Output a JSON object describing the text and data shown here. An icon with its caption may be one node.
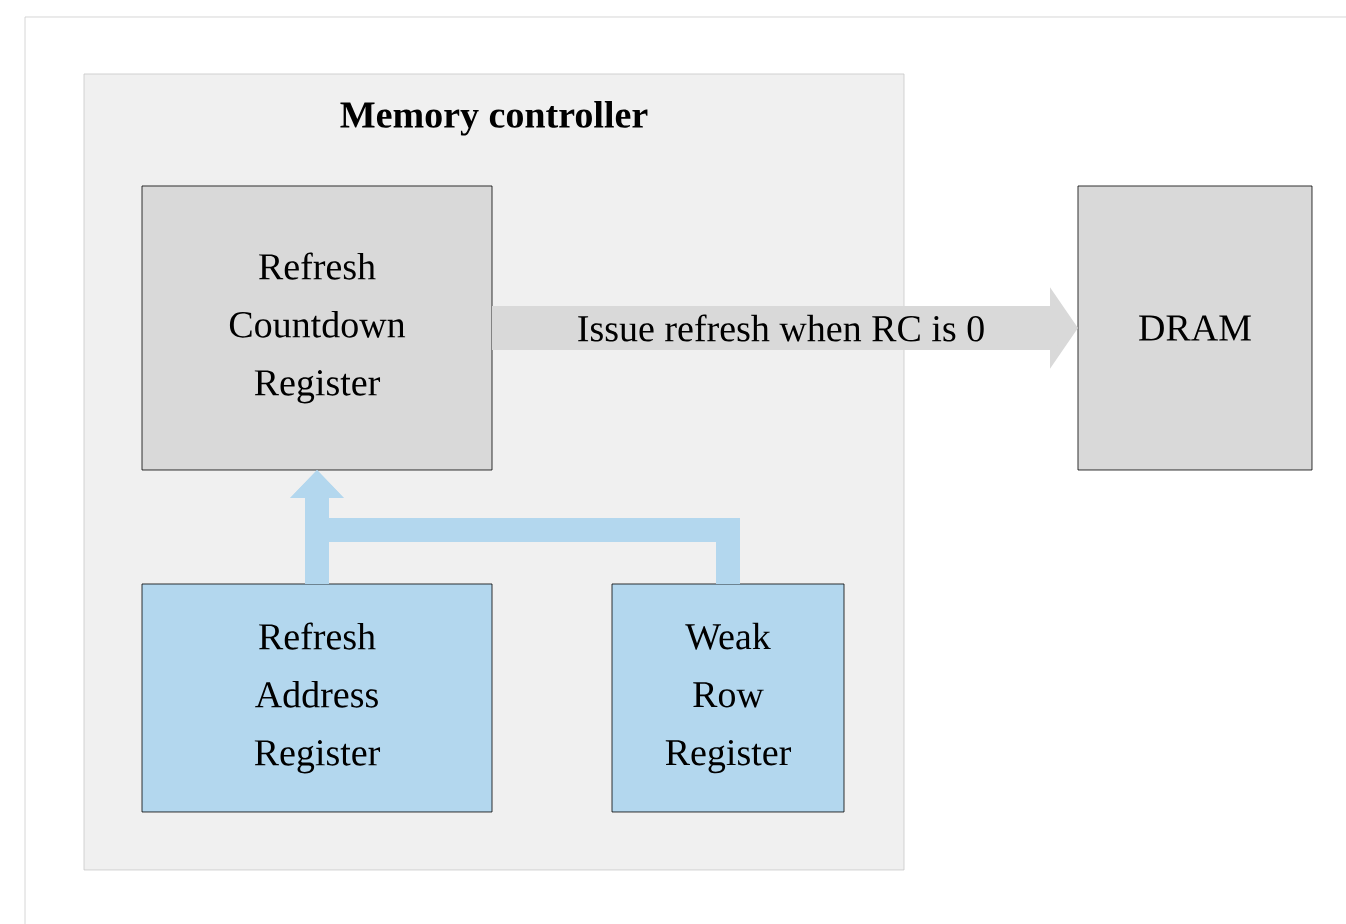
{
  "diagram": {
    "nodes": [
      {
        "text": [
          "Memory controller"
        ]
      },
      {
        "text": [
          "Refresh Countdown Register"
        ],
        "in": 0
      },
      {
        "text": [
          "DRAM"
        ]
      },
      {
        "text": [
          "Refresh Address Register"
        ],
        "in": 0
      },
      {
        "text": [
          "Weak Row Register"
        ],
        "in": 0
      }
    ],
    "edges": [
      {
        "from": 1,
        "to": 2,
        "arrow": "to",
        "label": "Issue refresh when RC is 0",
        "style": "thick",
        "color": "#d9d9d9"
      },
      {
        "from": 3,
        "to": 1,
        "arrow": "to",
        "color": "#b3d7ee"
      },
      {
        "from": 4,
        "to": 1,
        "arrow": "to",
        "color": "#b3d7ee"
      }
    ]
  }
}
